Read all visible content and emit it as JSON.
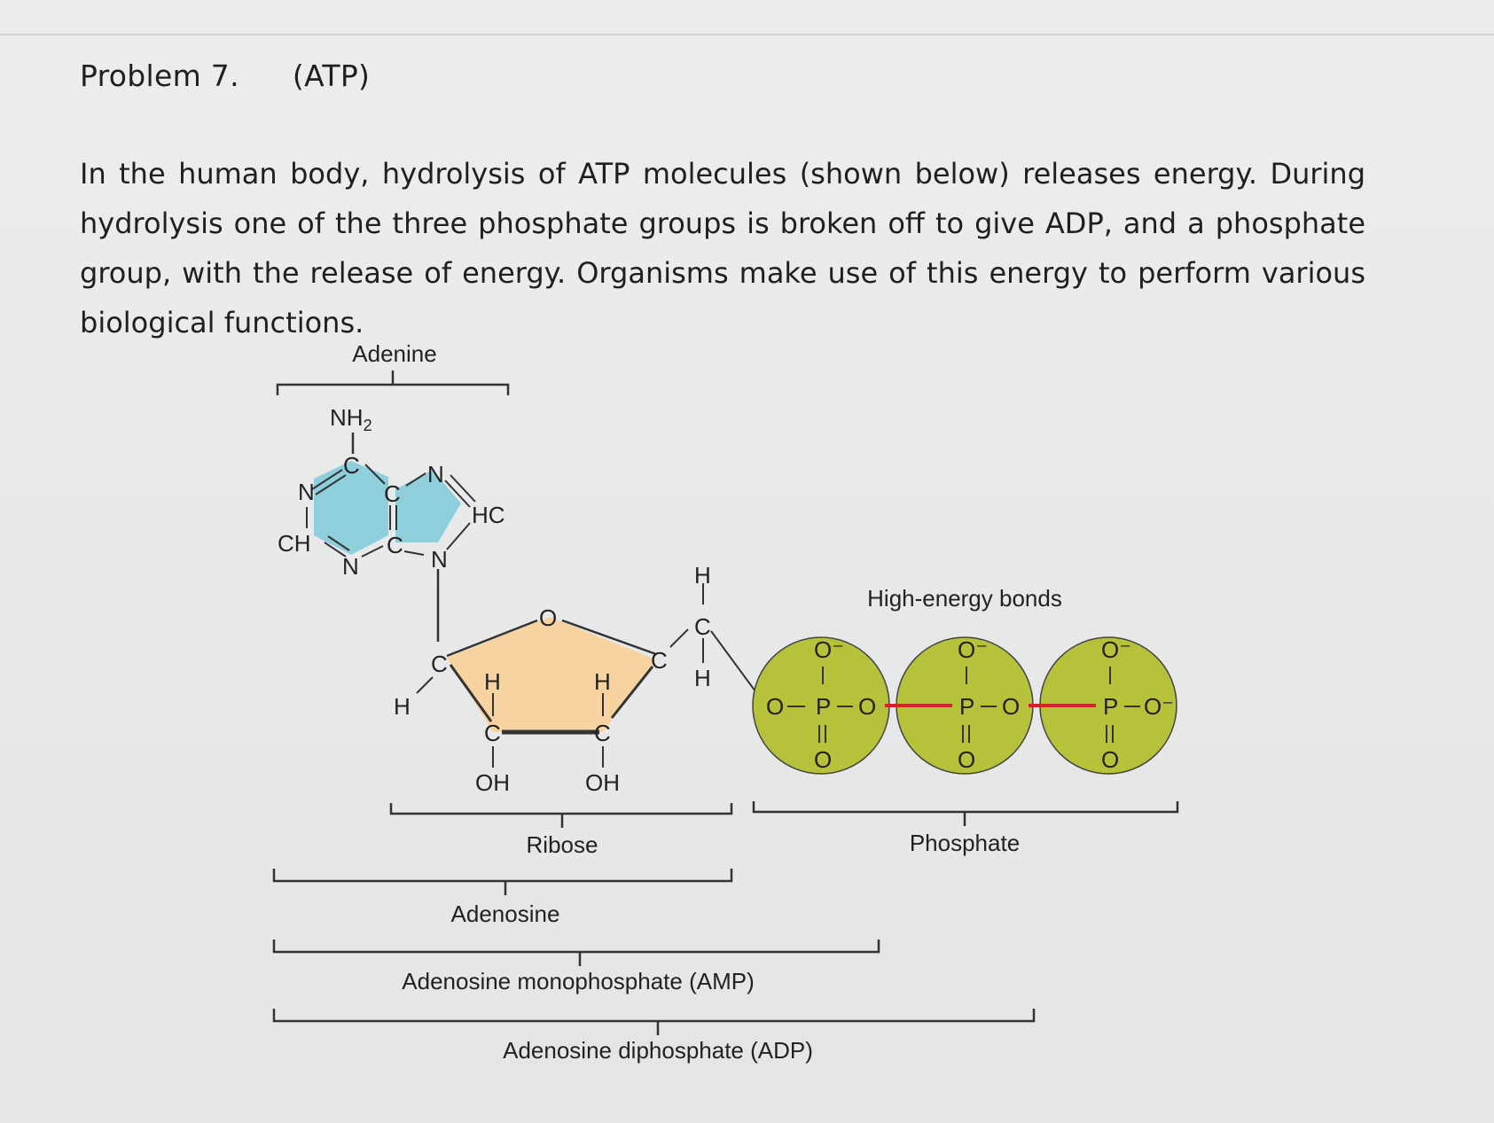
{
  "problem": {
    "title": "Problem 7.",
    "subtitle": "(ATP)",
    "text": "In the human body, hydrolysis of ATP molecules (shown below) releases energy. During hydrolysis one of the three phosphate groups is broken off to give ADP, and a phosphate group, with the release of energy. Organisms make use of this energy to perform various biological functions."
  },
  "diagram": {
    "labels": {
      "adenine": "Adenine",
      "ribose": "Ribose",
      "phosphate": "Phosphate",
      "adenosine": "Adenosine",
      "amp": "Adenosine monophosphate (AMP)",
      "adp": "Adenosine diphosphate (ADP)",
      "high_energy": "High-energy bonds"
    },
    "adenine_atoms": {
      "nh2": "NH",
      "nh2_sub": "2",
      "c": "C",
      "n": "N",
      "ch": "CH",
      "hc": "HC"
    },
    "ribose_atoms": {
      "o": "O",
      "c": "C",
      "h": "H",
      "oh": "OH"
    },
    "phosphate_atoms": {
      "o_minus": "O⁻",
      "p": "P",
      "o": "O"
    },
    "colors": {
      "adenine_ring": "#8fcfdc",
      "ribose_ring": "#f7d3a0",
      "phosphate_ball": "#b6c23a",
      "high_energy_bond": "#d2232a"
    }
  }
}
